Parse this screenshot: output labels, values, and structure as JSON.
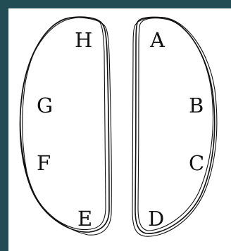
{
  "left_half": {
    "labels": {
      "h": "H",
      "g": "G",
      "f": "F",
      "e": "E"
    }
  },
  "right_half": {
    "labels": {
      "a": "A",
      "b": "B",
      "c": "C",
      "d": "D"
    }
  },
  "colors": {
    "frame": "#234d55",
    "background": "#ffffff",
    "ink": "#111111"
  }
}
